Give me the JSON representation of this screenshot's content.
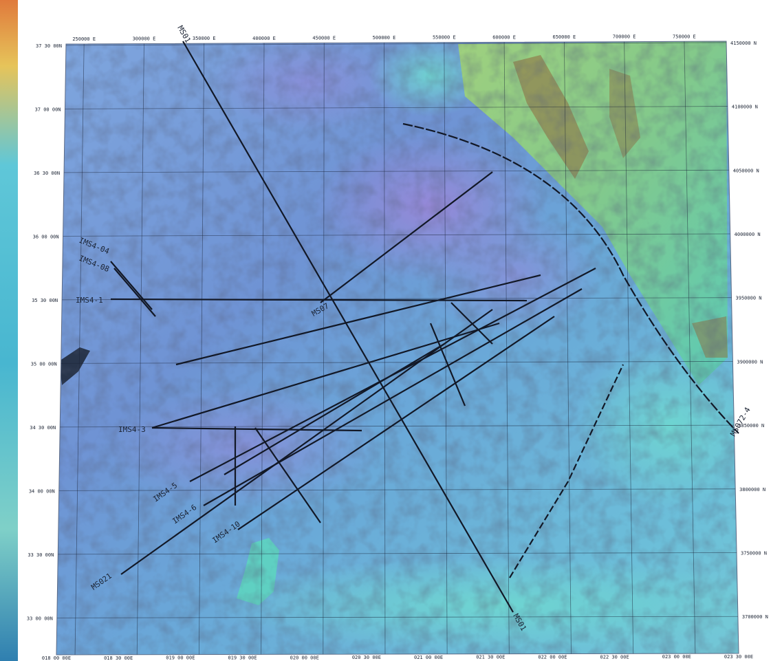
{
  "lat_labels": [
    "37 30 00N",
    "37 00 00N",
    "36 30 00N",
    "36 00 00N",
    "35 30 00N",
    "35 00 00N",
    "34 30 00N",
    "34 00 00N",
    "33 30 00N",
    "33 00 00N"
  ],
  "northing_labels": [
    "4150000 N",
    "4100000 N",
    "4050000 N",
    "4000000 N",
    "3950000 N",
    "3900000 N",
    "3850000 N",
    "3800000 N",
    "3750000 N",
    "3700000 N"
  ],
  "easting_labels": [
    "250000 E",
    "300000 E",
    "350000 E",
    "400000 E",
    "450000 E",
    "500000 E",
    "550000 E",
    "600000 E",
    "650000 E",
    "700000 E",
    "750000 E"
  ],
  "lon_labels": [
    "018 00 00E",
    "018 30 00E",
    "019 00 00E",
    "019 30 00E",
    "020 00 00E",
    "020 30 00E",
    "021 00 00E",
    "021 30 00E",
    "022 00 00E",
    "022 30 00E",
    "023 00 00E",
    "023 30 00E"
  ],
  "line_labels": {
    "ms01": "MS01",
    "ms01_end": "MS01",
    "ms021": "MS021",
    "ms07": "MS07",
    "ms072": "MS072-4",
    "ims4_04": "IMS4-04",
    "ims4_08": "IMS4-08",
    "ims4_1": "IMS4-1",
    "ims4_3": "IMS4-3",
    "ims4_5": "IMS4-5",
    "ims4_6": "IMS4-6",
    "ims4_10": "IMS4-10"
  },
  "colors": {
    "deep_blue": "#6d8fd0",
    "violet": "#8b84d6",
    "cyan": "#63c6d8",
    "green": "#8ccf84",
    "brown": "#8f6a3e",
    "survey_line": "#121826"
  }
}
